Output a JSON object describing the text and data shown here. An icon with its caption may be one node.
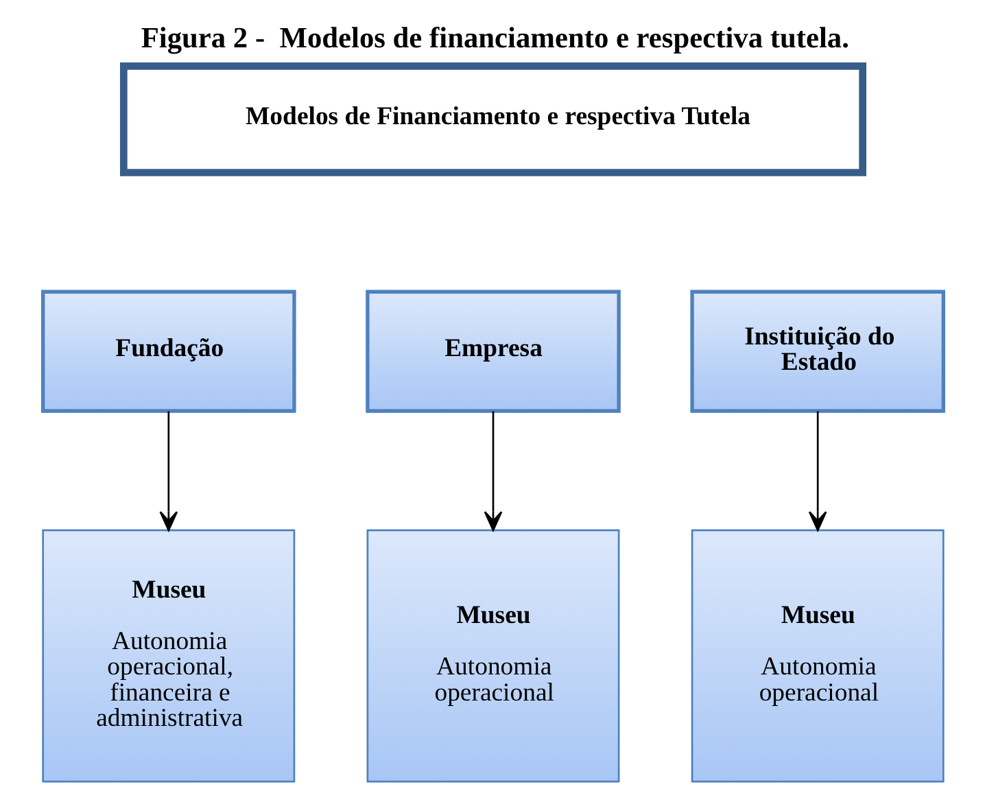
{
  "diagram": {
    "title": "Figura 2 -  Modelos de financiamento e respectiva tutela.",
    "nodes": [
      {
        "text": [
          "Modelos de Financiamento e respectiva Tutela"
        ]
      },
      {
        "text": [
          "Fundação"
        ]
      },
      {
        "text": [
          "Empresa"
        ]
      },
      {
        "text": [
          "Instituição do Estado"
        ]
      },
      {
        "text": [
          "Museu",
          "Autonomia operacional, financeira e administrativa"
        ]
      },
      {
        "text": [
          "Museu",
          "Autonomia operacional"
        ]
      },
      {
        "text": [
          "Museu",
          "Autonomia operacional"
        ]
      }
    ],
    "edges": [
      {
        "from": 1,
        "to": 4,
        "arrow": "to"
      },
      {
        "from": 2,
        "to": 5,
        "arrow": "to"
      },
      {
        "from": 3,
        "to": 6,
        "arrow": "to"
      }
    ]
  }
}
